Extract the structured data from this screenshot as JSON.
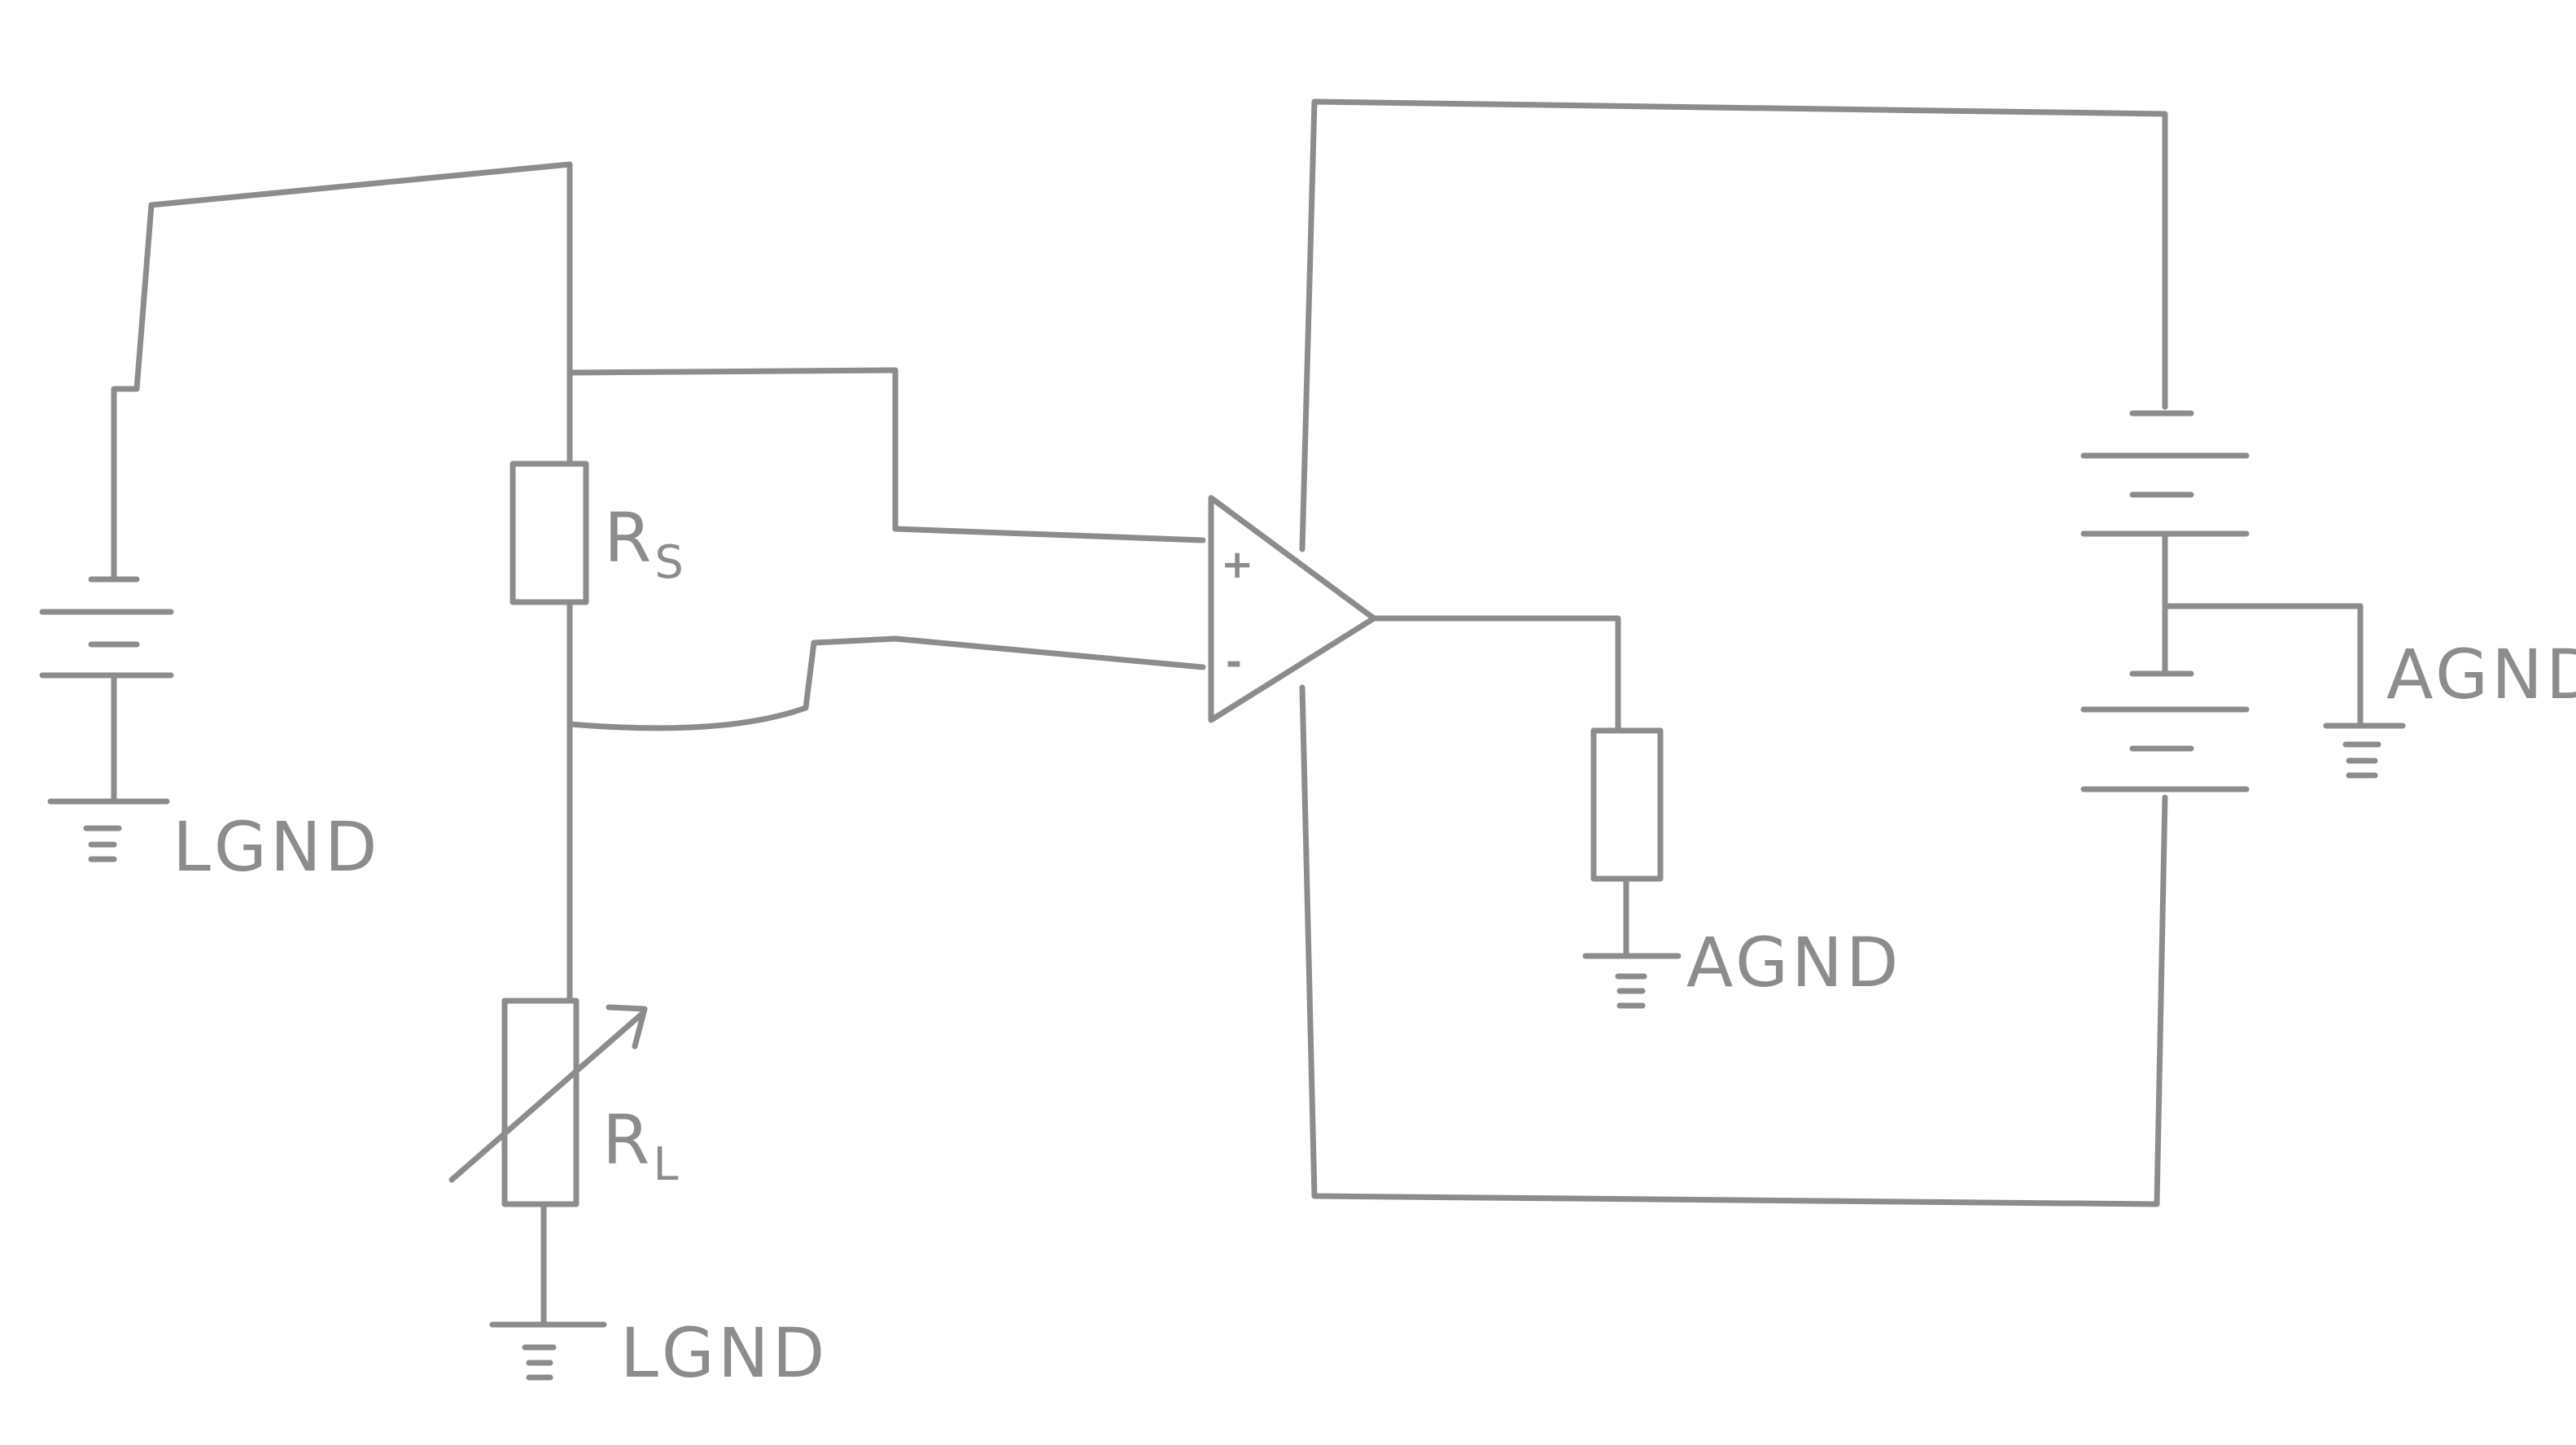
{
  "labels": {
    "rs_main": "R",
    "rs_sub": "S",
    "rl_main": "R",
    "rl_sub": "L",
    "lgnd_battery": "LGND",
    "lgnd_bottom": "LGND",
    "agnd_resistor": "AGND",
    "agnd_right": "AGND",
    "opamp_plus": "+",
    "opamp_minus": "-"
  },
  "colors": {
    "ink": "#8c8c8c",
    "paper": "#ffffff"
  }
}
